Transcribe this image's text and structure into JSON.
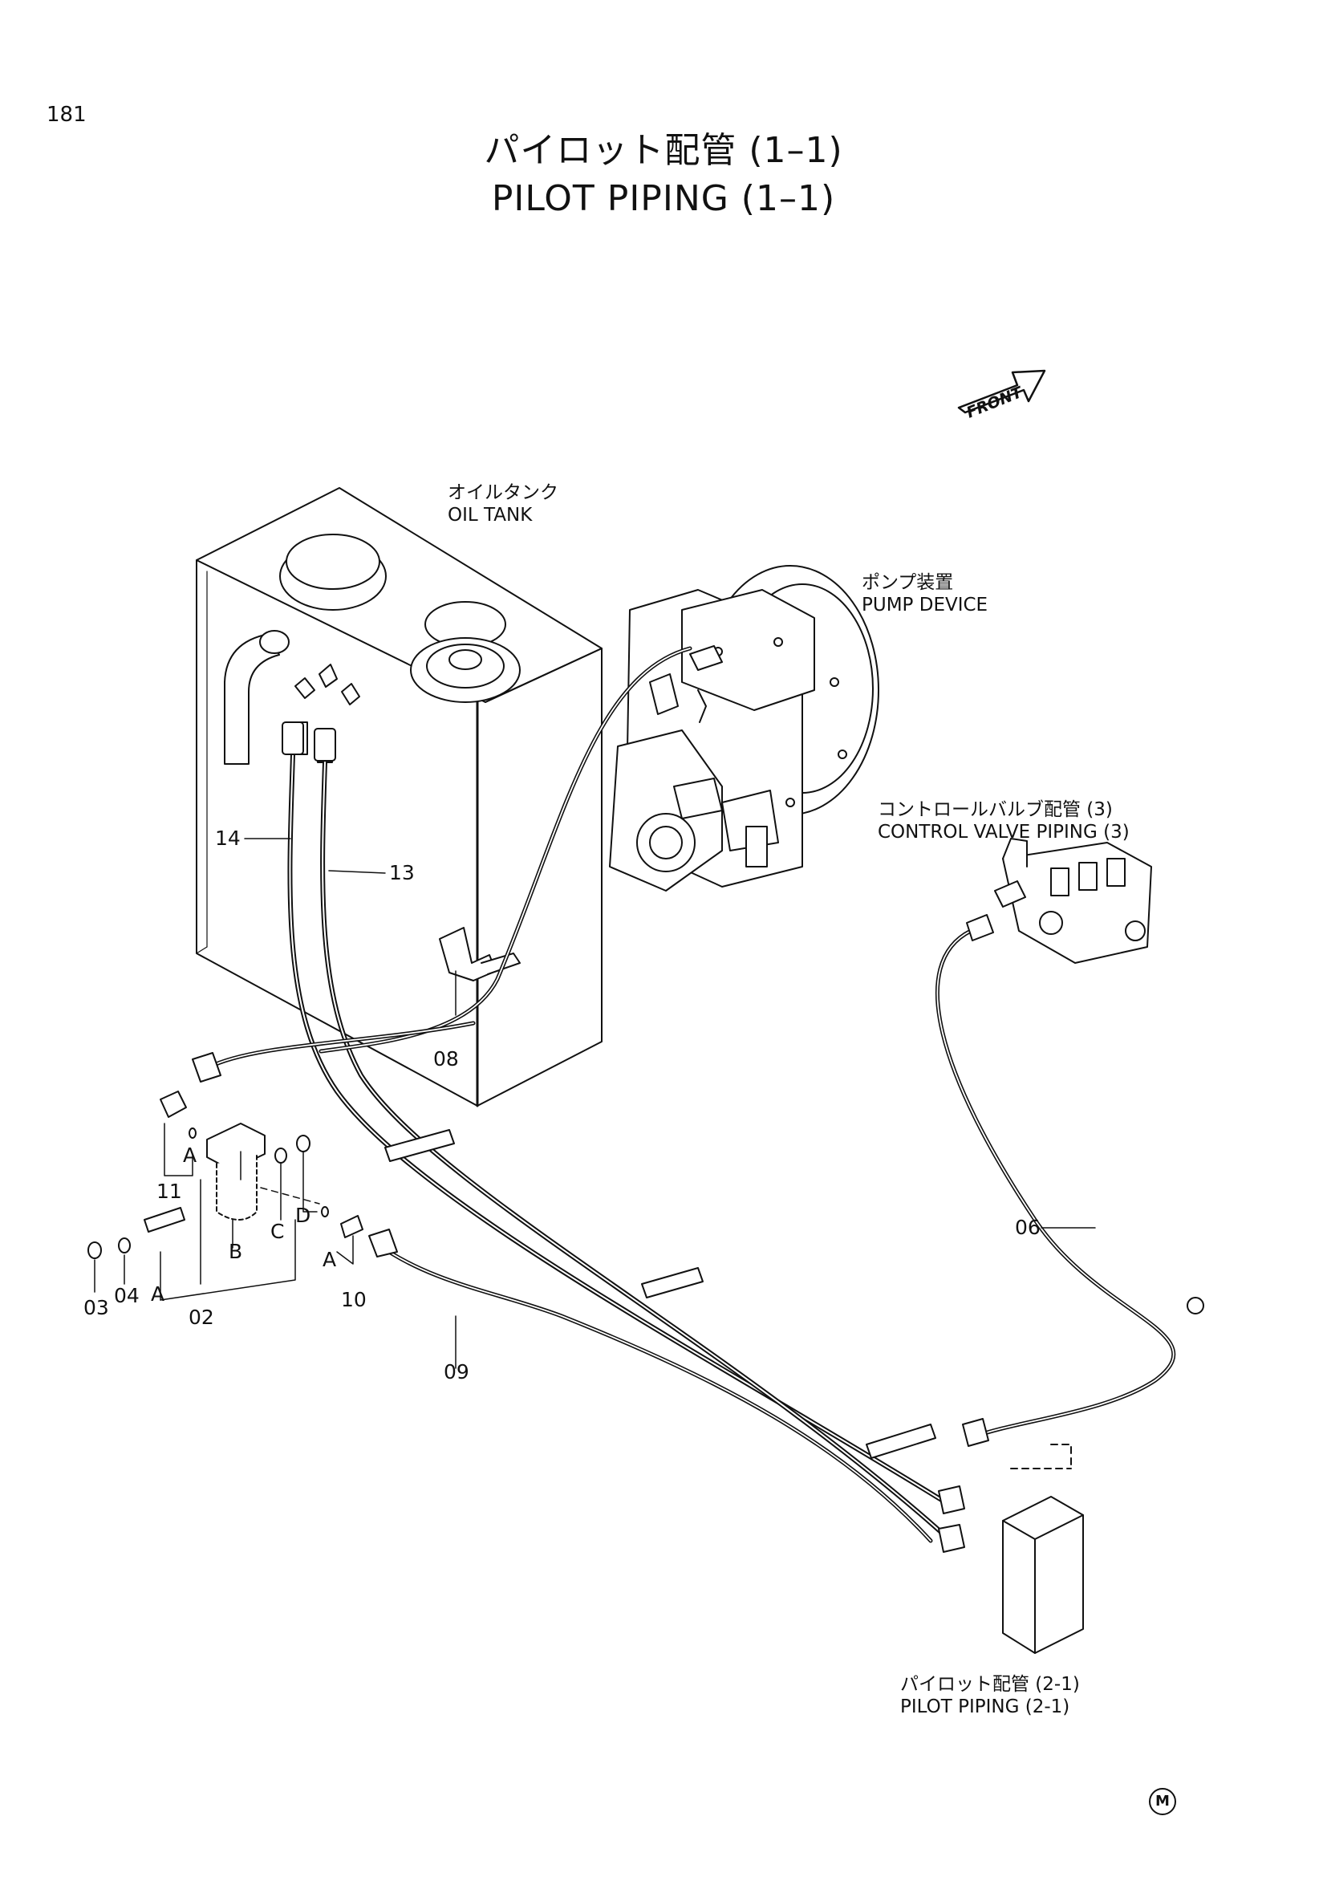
{
  "page_number": "181",
  "title": {
    "japanese": "パイロット配管 (1–1)",
    "english": "PILOT PIPING (1–1)"
  },
  "front_marker": "FRONT",
  "labels": {
    "oil_tank": {
      "ja": "オイルタンク",
      "en": "OIL TANK"
    },
    "pump_device": {
      "ja": "ポンプ装置",
      "en": "PUMP DEVICE"
    },
    "control_valve_piping": {
      "ja": "コントロールバルブ配管 (3)",
      "en": "CONTROL VALVE PIPING (3)"
    },
    "pilot_piping_2_1": {
      "ja": "パイロット配管 (2-1)",
      "en": "PILOT PIPING (2-1)"
    }
  },
  "part_numbers": {
    "p02": "02",
    "p03": "03",
    "p04": "04",
    "p06": "06",
    "p08": "08",
    "p09": "09",
    "p10": "10",
    "p11": "11",
    "p13": "13",
    "p14": "14"
  },
  "reference_letters": {
    "a_upper": "A",
    "a_lower": "A",
    "a_right": "A",
    "b": "B",
    "c": "C",
    "d": "D"
  },
  "manufacturer_mark": "M"
}
